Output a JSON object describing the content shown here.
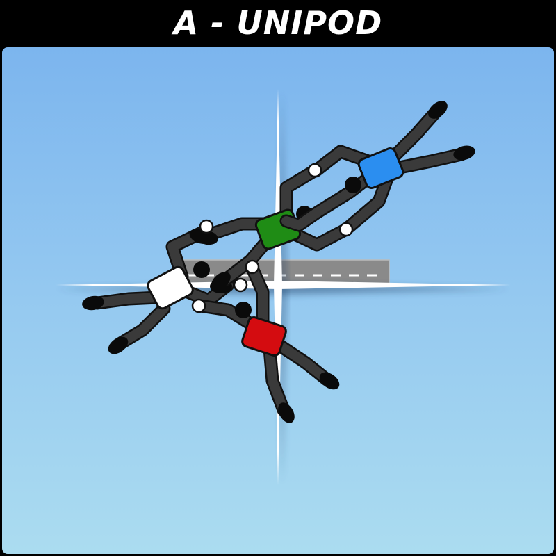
{
  "title": "A - UNIPOD",
  "jumpers": [
    {
      "color_name": "white",
      "color": "#ffffff"
    },
    {
      "color_name": "green",
      "color": "#1f8c15"
    },
    {
      "color_name": "blue",
      "color": "#2b8ef0"
    },
    {
      "color_name": "red",
      "color": "#d40c10"
    }
  ],
  "colors": {
    "sky_top": "#7cb5ee",
    "sky_bottom": "#abdcf0",
    "body": "#3a3a3a",
    "outline": "#111111",
    "head": "#0a0a0a",
    "grip": "#ffffff",
    "runway": "#8a8a8a",
    "compass": "#ffffff"
  }
}
